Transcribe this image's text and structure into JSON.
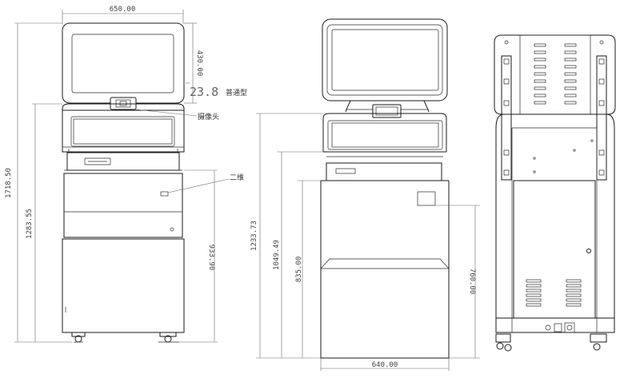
{
  "dimensions": {
    "front_width": "650.00",
    "screen_height": "430.00",
    "total_height": "1718.50",
    "body_height": "1283.55",
    "lower_height": "933.90",
    "side_height": "1233.73",
    "side_mid_height": "1049.49",
    "side_lower_height": "835.00",
    "side_cabinet_height": "760.00",
    "side_depth": "640.00"
  },
  "annotations": {
    "screen_size": "23.8",
    "screen_size_note": "普通型",
    "camera": "摄像头",
    "qr_code": "二维"
  }
}
